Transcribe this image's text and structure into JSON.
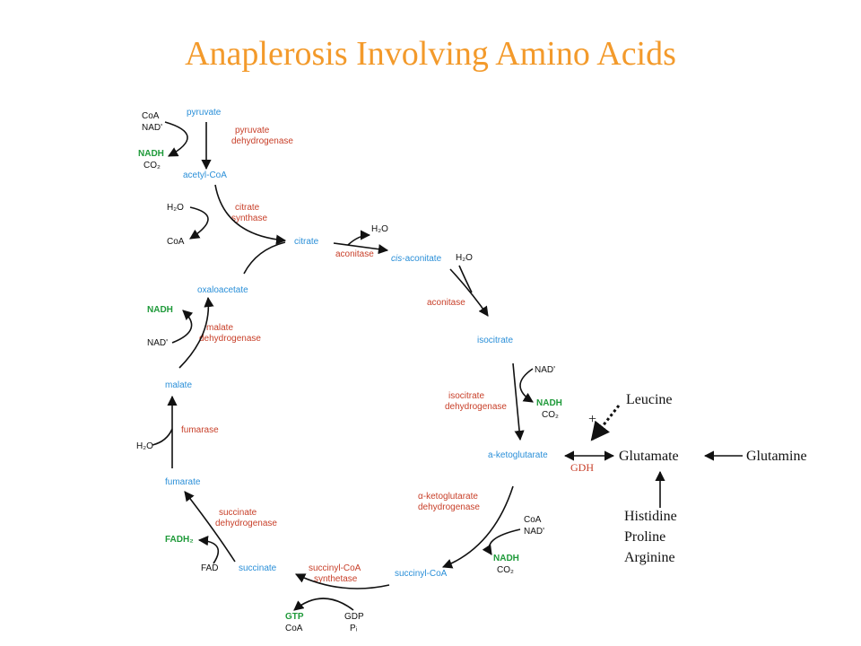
{
  "title": "Anaplerosis Involving Amino Acids",
  "metabolites": {
    "pyruvate": "pyruvate",
    "acetyl_coa": "acetyl-CoA",
    "citrate": "citrate",
    "cis_prefix": "cis",
    "cis_aconitate": "-aconitate",
    "isocitrate": "isocitrate",
    "a_ketoglutarate": "a-ketoglutarate",
    "succinyl_coa": "succinyl-CoA",
    "succinate": "succinate",
    "fumarate": "fumarate",
    "malate": "malate",
    "oxaloacetate": "oxaloacetate"
  },
  "enzymes": {
    "pdh_1": "pyruvate",
    "pdh_2": "dehydrogenase",
    "cs_1": "citrate",
    "cs_2": "synthase",
    "aconitase_1": "aconitase",
    "aconitase_2": "aconitase",
    "idh_1": "isocitrate",
    "idh_2": "dehydrogenase",
    "akgdh_1": "α-ketoglutarate",
    "akgdh_2": "dehydrogenase",
    "scs_1": "succinyl-CoA",
    "scs_2": "synthetase",
    "sdh_1": "succinate",
    "sdh_2": "dehydrogenase",
    "fumarase": "fumarase",
    "mdh_1": "malate",
    "mdh_2": "dehydrogenase"
  },
  "cofactors": {
    "pdh_coa": "CoA",
    "pdh_nad": "NAD'",
    "pdh_nadh": "NADH",
    "pdh_co2": "CO₂",
    "cs_h2o": "H₂O",
    "cs_coa": "CoA",
    "acon1_h2o": "H₂O",
    "acon2_h2o": "H₂O",
    "idh_nad": "NAD'",
    "idh_nadh": "NADH",
    "idh_co2": "CO₂",
    "akg_coa": "CoA",
    "akg_nad": "NAD'",
    "akg_nadh": "NADH",
    "akg_co2": "CO₂",
    "scs_gtp": "GTP",
    "scs_coa": "CoA",
    "scs_gdp": "GDP",
    "scs_pi": "Pᵢ",
    "sdh_fadh2": "FADH₂",
    "sdh_fad": "FAD",
    "fum_h2o": "H₂O",
    "mdh_nadh": "NADH",
    "mdh_nad": "NAD'"
  },
  "anaplerosis": {
    "leucine": "Leucine",
    "plus": "+",
    "glutamate": "Glutamate",
    "glutamine": "Glutamine",
    "gdh": "GDH",
    "histidine": "Histidine",
    "proline": "Proline",
    "arginine": "Arginine"
  },
  "colors": {
    "title": "#f39a2b",
    "metabolite": "#2a8fd8",
    "enzyme": "#c8402a",
    "cofactor_product": "#1f9a3a"
  }
}
